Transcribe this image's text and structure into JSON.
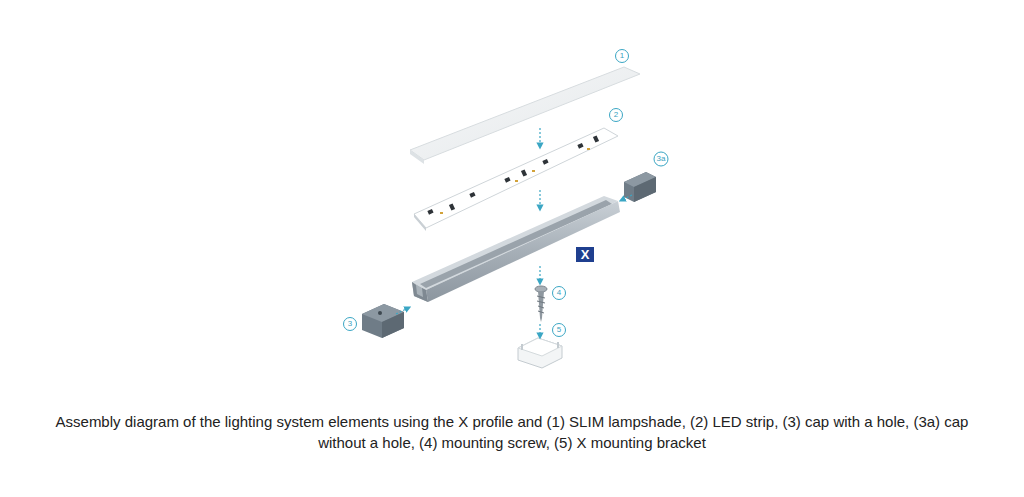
{
  "diagram": {
    "caption": "Assembly diagram of the lighting system elements using the X profile and (1) SLIM lampshade, (2) LED strip, (3) cap with a hole, (3a) cap without a hole, (4) mounting screw, (5) X mounting bracket",
    "nodes": [
      {
        "text": [
          "X"
        ]
      }
    ],
    "labels": [
      "1",
      "2",
      "3a",
      "4",
      "3",
      "5"
    ]
  }
}
